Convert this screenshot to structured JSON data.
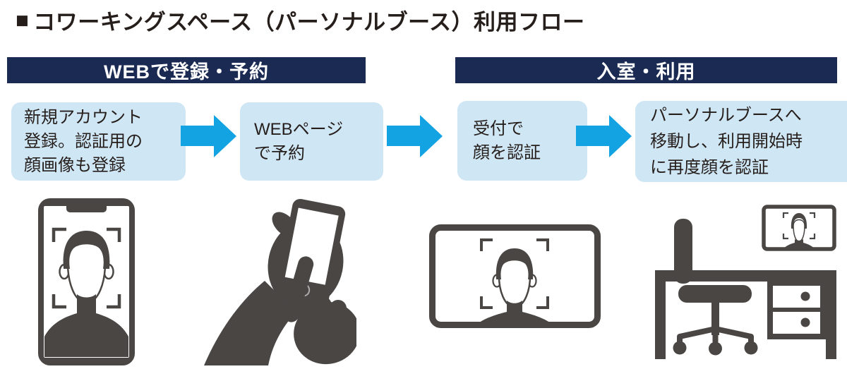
{
  "title": {
    "marker": "■",
    "text": "コワーキングスペース（パーソナルブース）利用フロー"
  },
  "colors": {
    "header_bg": "#1a2a52",
    "header_text": "#ffffff",
    "step_bg": "#cfe6f5",
    "arrow": "#14a3e2",
    "illustration": "#494644",
    "text": "#251e1b"
  },
  "sections": [
    {
      "label": "WEBで登録・予約"
    },
    {
      "label": "入室・利用"
    }
  ],
  "steps": [
    {
      "text": "新規アカウント\n登録。認証用の\n顔画像も登録"
    },
    {
      "text": "WEBページ\nで予約"
    },
    {
      "text": "受付で\n顔を認証"
    },
    {
      "text": "パーソナルブースへ\n移動し、利用開始時\nに再度顔を認証"
    }
  ],
  "icons": [
    {
      "name": "smartphone-face-scan-icon"
    },
    {
      "name": "hand-holding-smartphone-icon"
    },
    {
      "name": "reception-face-scan-icon"
    },
    {
      "name": "booth-desk-monitor-icon"
    },
    {
      "name": "flow-arrow-icon"
    }
  ]
}
